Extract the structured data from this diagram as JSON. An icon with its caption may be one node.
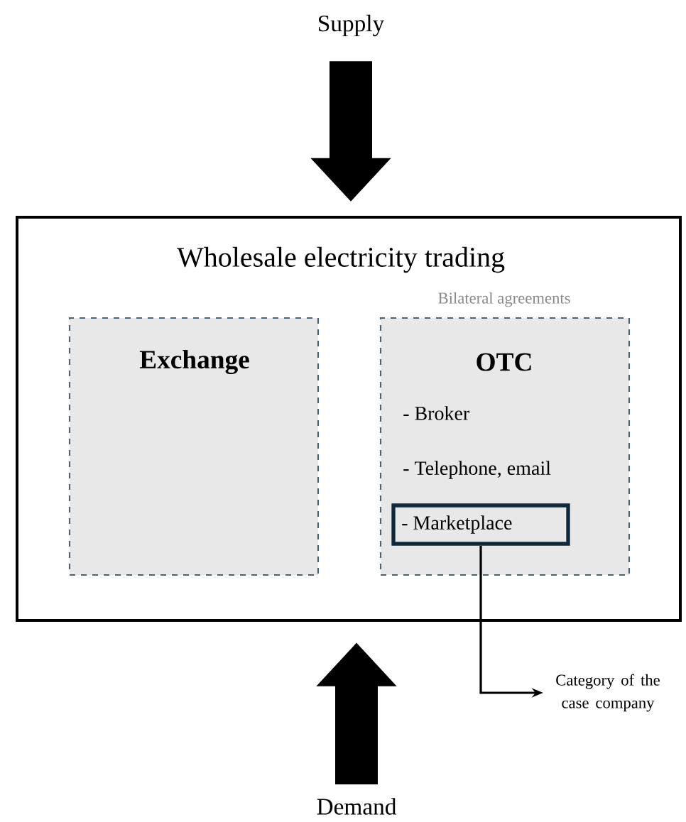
{
  "diagram": {
    "nodes": [
      {
        "text": [
          "Supply"
        ]
      },
      {
        "text": [
          "Wholesale electricity trading"
        ]
      },
      {
        "text": [
          "Exchange"
        ],
        "in": 1
      },
      {
        "text": [
          "Bilateral agreements",
          "OTC",
          "- Broker",
          "- Telephone, email"
        ],
        "in": 1
      },
      {
        "text": [
          "- Marketplace"
        ],
        "in": 3
      },
      {
        "text": [
          "Category of the case company"
        ]
      },
      {
        "text": [
          "Demand"
        ]
      }
    ],
    "edges": [
      {
        "from": 0,
        "to": 1,
        "arrow": "to"
      },
      {
        "from": 6,
        "to": 1,
        "arrow": "to"
      },
      {
        "from": 4,
        "to": 5,
        "arrow": "to"
      }
    ]
  }
}
